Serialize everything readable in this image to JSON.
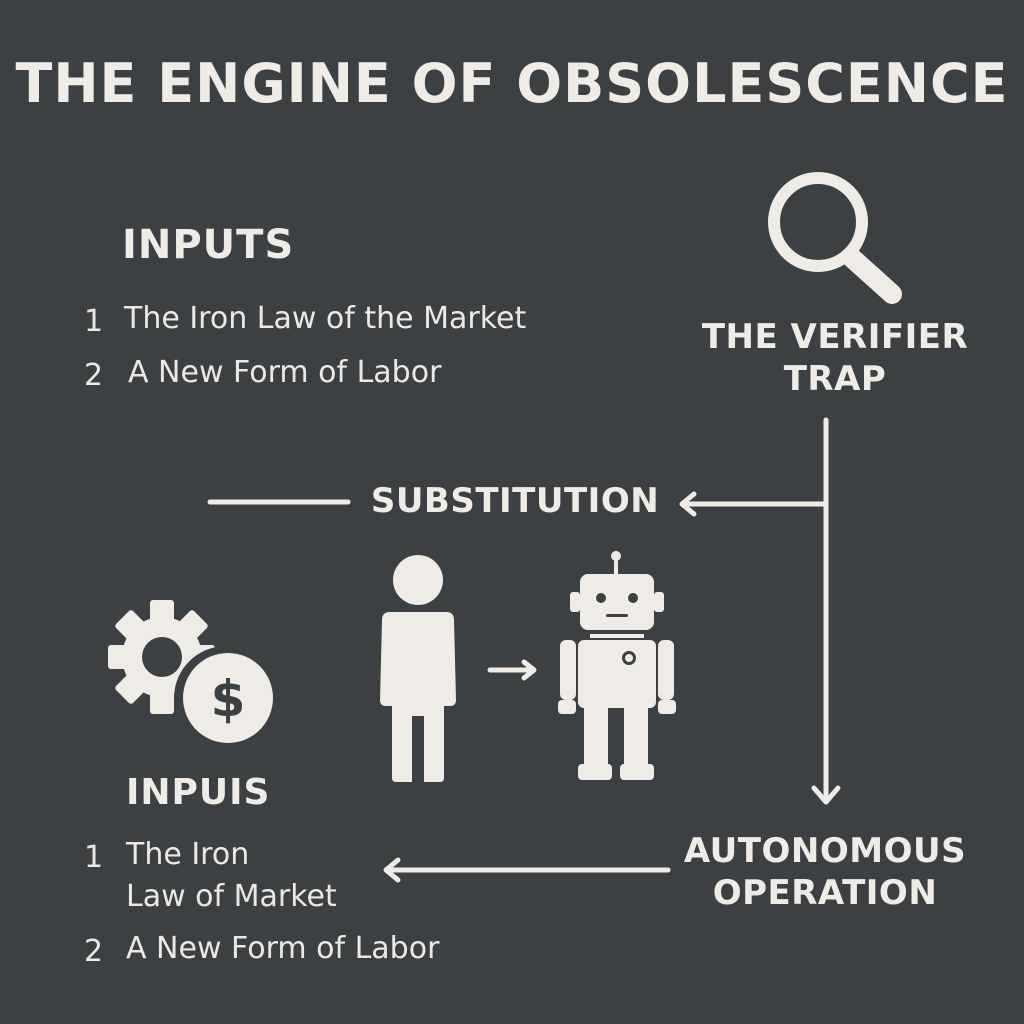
{
  "title": "THE ENGINE OF OBSOLESCENCE",
  "inputs_top": {
    "heading": "INPUTS",
    "items": [
      {
        "num": "1",
        "text": "The Iron Law of the Market"
      },
      {
        "num": "2",
        "text": "A New Form of Labor"
      }
    ]
  },
  "verifier": {
    "label_line1": "THE VERIFIER",
    "label_line2": "TRAP",
    "icon": "magnifying-glass"
  },
  "substitution": {
    "label": "SUBSTITUTION",
    "human_icon": "person",
    "robot_icon": "robot"
  },
  "autonomous": {
    "label_line1": "AUTONOMOUS",
    "label_line2": "OPERATION"
  },
  "inputs_bottom": {
    "heading": "INPUIS",
    "icon": "gear-dollar",
    "items": [
      {
        "num": "1",
        "line1": "The Iron",
        "line2": "Law of Market"
      },
      {
        "num": "2",
        "line1": "A New Form of Labor"
      }
    ]
  },
  "colors": {
    "background": "#3d4043",
    "foreground": "#efece7"
  }
}
